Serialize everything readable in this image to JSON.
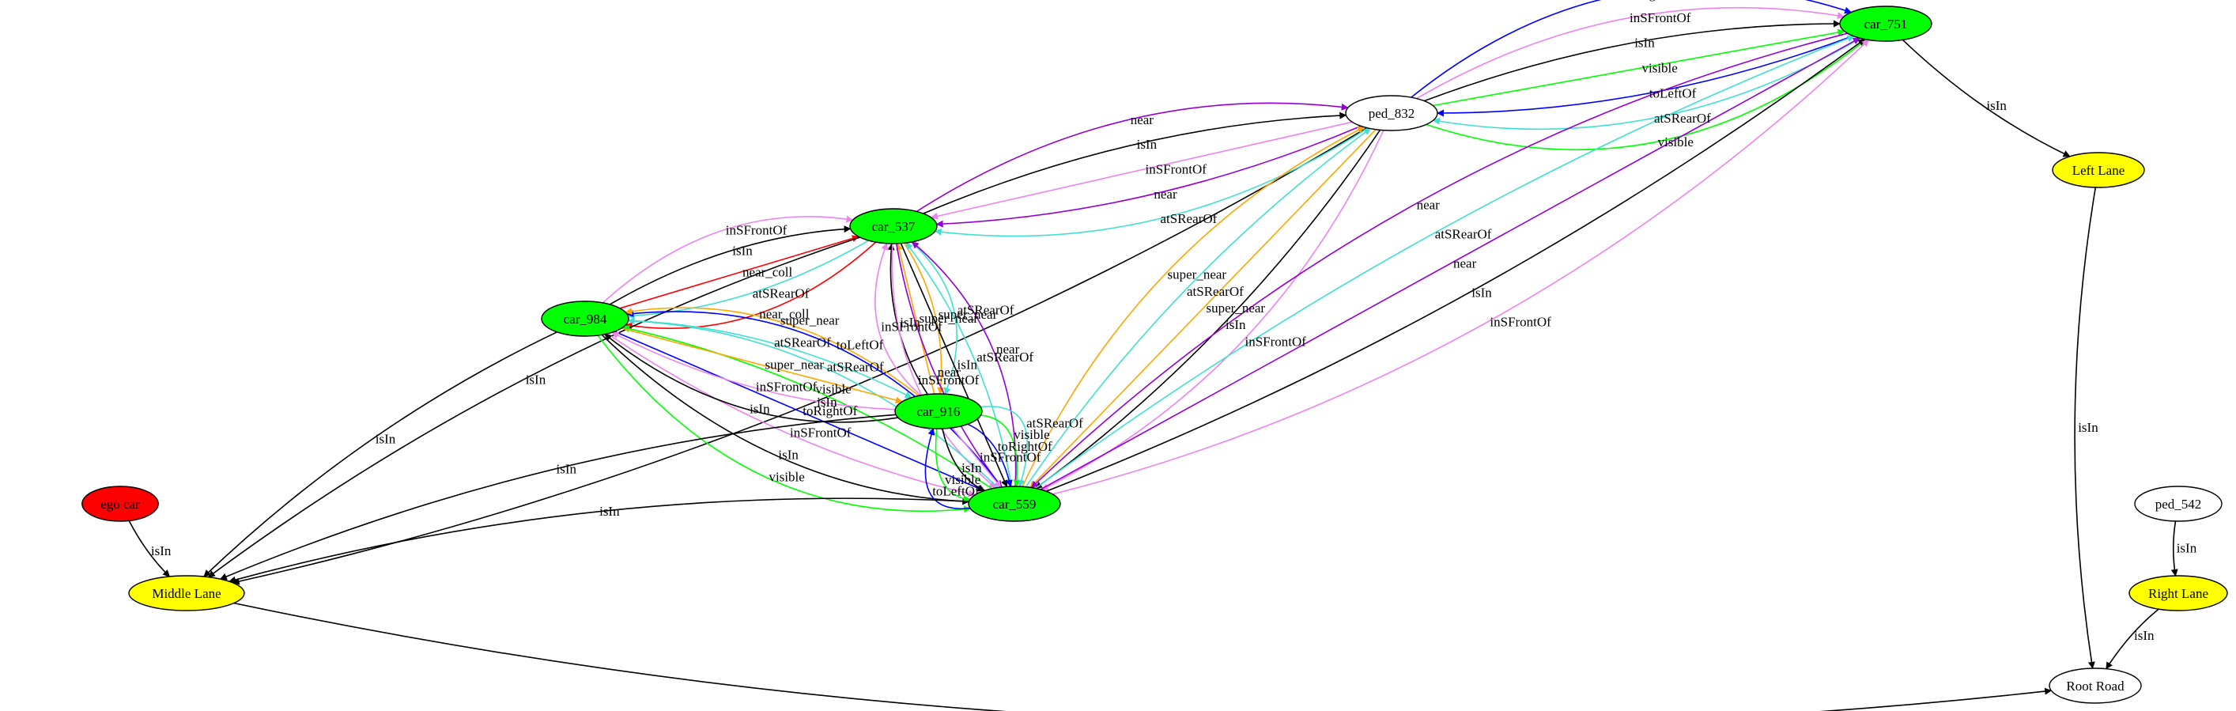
{
  "graph": {
    "nodes": [
      {
        "id": "car_751",
        "label": "car_751",
        "fill": "#00ff00"
      },
      {
        "id": "ped_832",
        "label": "ped_832",
        "fill": "#ffffff"
      },
      {
        "id": "car_537",
        "label": "car_537",
        "fill": "#00ff00"
      },
      {
        "id": "car_984",
        "label": "car_984",
        "fill": "#00ff00"
      },
      {
        "id": "car_916",
        "label": "car_916",
        "fill": "#00ff00"
      },
      {
        "id": "car_559",
        "label": "car_559",
        "fill": "#00ff00"
      },
      {
        "id": "ego_car",
        "label": "ego car",
        "fill": "#ff0000"
      },
      {
        "id": "middle_lane",
        "label": "Middle Lane",
        "fill": "#ffff00"
      },
      {
        "id": "left_lane",
        "label": "Left Lane",
        "fill": "#ffff00"
      },
      {
        "id": "right_lane",
        "label": "Right Lane",
        "fill": "#ffff00"
      },
      {
        "id": "ped_542",
        "label": "ped_542",
        "fill": "#ffffff"
      },
      {
        "id": "root_road",
        "label": "Root Road",
        "fill": "#ffffff"
      }
    ],
    "edge_colors": {
      "isIn": "#000000",
      "near": "#9400d3",
      "inSFrontOf": "#ee82ee",
      "atSRearOf": "#40e0d0",
      "super_near": "#ffa500",
      "visible": "#00ff00",
      "toLeftOf": "#0000ff",
      "toRightOf": "#0000ff",
      "near_coll": "#ff0000"
    },
    "edges": [
      {
        "from": "ped_832",
        "to": "car_751",
        "label": "visible"
      },
      {
        "from": "car_751",
        "to": "ped_832",
        "label": "atSRearOf"
      },
      {
        "from": "car_751",
        "to": "ped_832",
        "label": "toLeftOf"
      },
      {
        "from": "ped_832",
        "to": "car_751",
        "label": "visible"
      },
      {
        "from": "ped_832",
        "to": "car_751",
        "label": "isIn"
      },
      {
        "from": "ped_832",
        "to": "car_751",
        "label": "inSFrontOf"
      },
      {
        "from": "ped_832",
        "to": "car_751",
        "label": "toRightOf"
      },
      {
        "from": "car_751",
        "to": "left_lane",
        "label": "isIn"
      },
      {
        "from": "ped_832",
        "to": "middle_lane",
        "label": "isIn"
      },
      {
        "from": "car_537",
        "to": "ped_832",
        "label": "near"
      },
      {
        "from": "car_537",
        "to": "ped_832",
        "label": "isIn"
      },
      {
        "from": "ped_832",
        "to": "car_537",
        "label": "inSFrontOf"
      },
      {
        "from": "ped_832",
        "to": "car_537",
        "label": "near"
      },
      {
        "from": "ped_832",
        "to": "car_537",
        "label": "atSRearOf"
      },
      {
        "from": "car_537",
        "to": "car_984",
        "label": "near_coll"
      },
      {
        "from": "car_537",
        "to": "car_984",
        "label": "atSRearOf"
      },
      {
        "from": "car_984",
        "to": "car_537",
        "label": "near_coll"
      },
      {
        "from": "car_984",
        "to": "car_537",
        "label": "isIn"
      },
      {
        "from": "car_984",
        "to": "car_537",
        "label": "inSFrontOf"
      },
      {
        "from": "car_537",
        "to": "car_916",
        "label": "atSRearOf"
      },
      {
        "from": "car_537",
        "to": "car_916",
        "label": "super_near"
      },
      {
        "from": "car_916",
        "to": "car_537",
        "label": "super_near"
      },
      {
        "from": "car_916",
        "to": "car_537",
        "label": "isIn"
      },
      {
        "from": "car_916",
        "to": "car_537",
        "label": "inSFrontOf"
      },
      {
        "from": "car_559",
        "to": "car_537",
        "label": "near"
      },
      {
        "from": "car_559",
        "to": "car_537",
        "label": "atSRearOf"
      },
      {
        "from": "car_537",
        "to": "middle_lane",
        "label": "isIn"
      },
      {
        "from": "car_537",
        "to": "car_559",
        "label": "isIn"
      },
      {
        "from": "car_537",
        "to": "car_559",
        "label": "near"
      },
      {
        "from": "car_537",
        "to": "car_559",
        "label": "inSFrontOf"
      },
      {
        "from": "car_984",
        "to": "middle_lane",
        "label": "isIn"
      },
      {
        "from": "car_984",
        "to": "car_559",
        "label": "visible"
      },
      {
        "from": "car_984",
        "to": "car_559",
        "label": "isIn"
      },
      {
        "from": "car_984",
        "to": "car_559",
        "label": "inSFrontOf"
      },
      {
        "from": "car_984",
        "to": "car_559",
        "label": "toRightOf"
      },
      {
        "from": "car_559",
        "to": "car_984",
        "label": "visible"
      },
      {
        "from": "car_559",
        "to": "car_984",
        "label": "atSRearOf"
      },
      {
        "from": "car_559",
        "to": "car_984",
        "label": "toLeftOf"
      },
      {
        "from": "car_916",
        "to": "car_984",
        "label": "isIn"
      },
      {
        "from": "car_916",
        "to": "car_984",
        "label": "inSFrontOf"
      },
      {
        "from": "car_984",
        "to": "car_916",
        "label": "super_near"
      },
      {
        "from": "car_984",
        "to": "car_916",
        "label": "atSRearOf"
      },
      {
        "from": "car_916",
        "to": "car_984",
        "label": "super_near"
      },
      {
        "from": "car_916",
        "to": "middle_lane",
        "label": "isIn"
      },
      {
        "from": "car_559",
        "to": "car_916",
        "label": "toLeftOf"
      },
      {
        "from": "car_916",
        "to": "car_559",
        "label": "visible"
      },
      {
        "from": "car_916",
        "to": "car_559",
        "label": "isIn"
      },
      {
        "from": "car_916",
        "to": "car_559",
        "label": "inSFrontOf"
      },
      {
        "from": "car_916",
        "to": "car_559",
        "label": "toRightOf"
      },
      {
        "from": "car_916",
        "to": "car_559",
        "label": "visible"
      },
      {
        "from": "car_916",
        "to": "car_559",
        "label": "atSRearOf"
      },
      {
        "from": "car_559",
        "to": "ped_832",
        "label": "super_near"
      },
      {
        "from": "car_559",
        "to": "ped_832",
        "label": "atSRearOf"
      },
      {
        "from": "ped_832",
        "to": "car_559",
        "label": "super_near"
      },
      {
        "from": "ped_832",
        "to": "car_559",
        "label": "isIn"
      },
      {
        "from": "ped_832",
        "to": "car_559",
        "label": "inSFrontOf"
      },
      {
        "from": "car_751",
        "to": "car_559",
        "label": "near"
      },
      {
        "from": "car_559",
        "to": "car_751",
        "label": "atSRearOf"
      },
      {
        "from": "car_559",
        "to": "car_751",
        "label": "near"
      },
      {
        "from": "car_559",
        "to": "car_751",
        "label": "isIn"
      },
      {
        "from": "car_559",
        "to": "car_751",
        "label": "inSFrontOf"
      },
      {
        "from": "car_559",
        "to": "middle_lane",
        "label": "isIn"
      },
      {
        "from": "ego_car",
        "to": "middle_lane",
        "label": "isIn"
      },
      {
        "from": "middle_lane",
        "to": "root_road",
        "label": "isIn"
      },
      {
        "from": "left_lane",
        "to": "root_road",
        "label": "isIn"
      },
      {
        "from": "ped_542",
        "to": "right_lane",
        "label": "isIn"
      },
      {
        "from": "right_lane",
        "to": "root_road",
        "label": "isIn"
      }
    ]
  }
}
